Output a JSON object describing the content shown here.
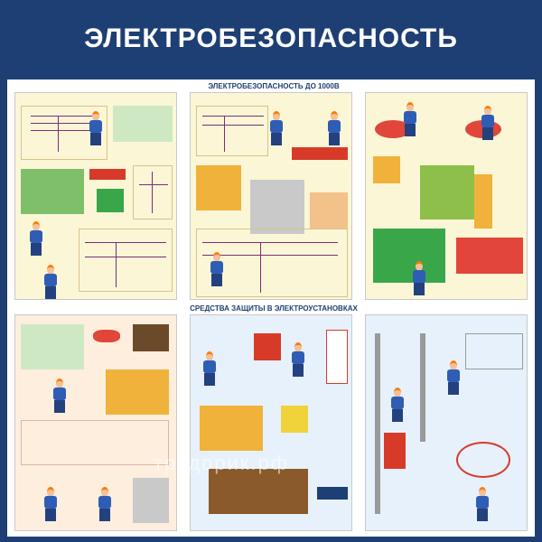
{
  "header": {
    "title": "ЭЛЕКТРОБЕЗОПАСНОСТЬ"
  },
  "sections": {
    "top_title": "ЭЛЕКТРОБЕЗОПАСНОСТЬ ДО 1000В",
    "bottom_title": "СРЕДСТВА ЗАЩИТЫ В ЭЛЕКТРОУСТАНОВКАХ"
  },
  "colors": {
    "header_bg": "#1e3f73",
    "panel_bg": "#ffffff",
    "poster_bg_1": "#fbf6d6",
    "poster_bg_2": "#fdeede",
    "poster_bg_3": "#e7f1fb",
    "worker_suit": "#2f5db5",
    "helmet": "#ff7a00"
  },
  "watermark": "трудорик.рф"
}
